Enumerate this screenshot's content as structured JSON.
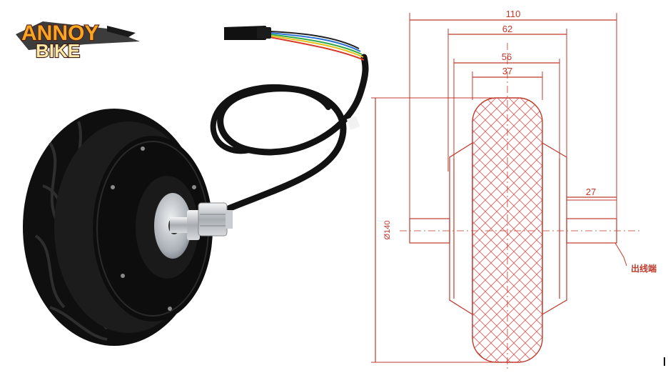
{
  "logo": {
    "line1": "ANNOY",
    "line2": "BIKE"
  },
  "drawing": {
    "dims": {
      "overall": "110",
      "hub": "62",
      "outer": "56",
      "tire": "37",
      "axle": "27",
      "diameter": "Ø140"
    },
    "callout": "出线端"
  },
  "colors": {
    "dimension": "#c0392b",
    "tire": "#141414",
    "logo_orange": "#f5a623"
  }
}
